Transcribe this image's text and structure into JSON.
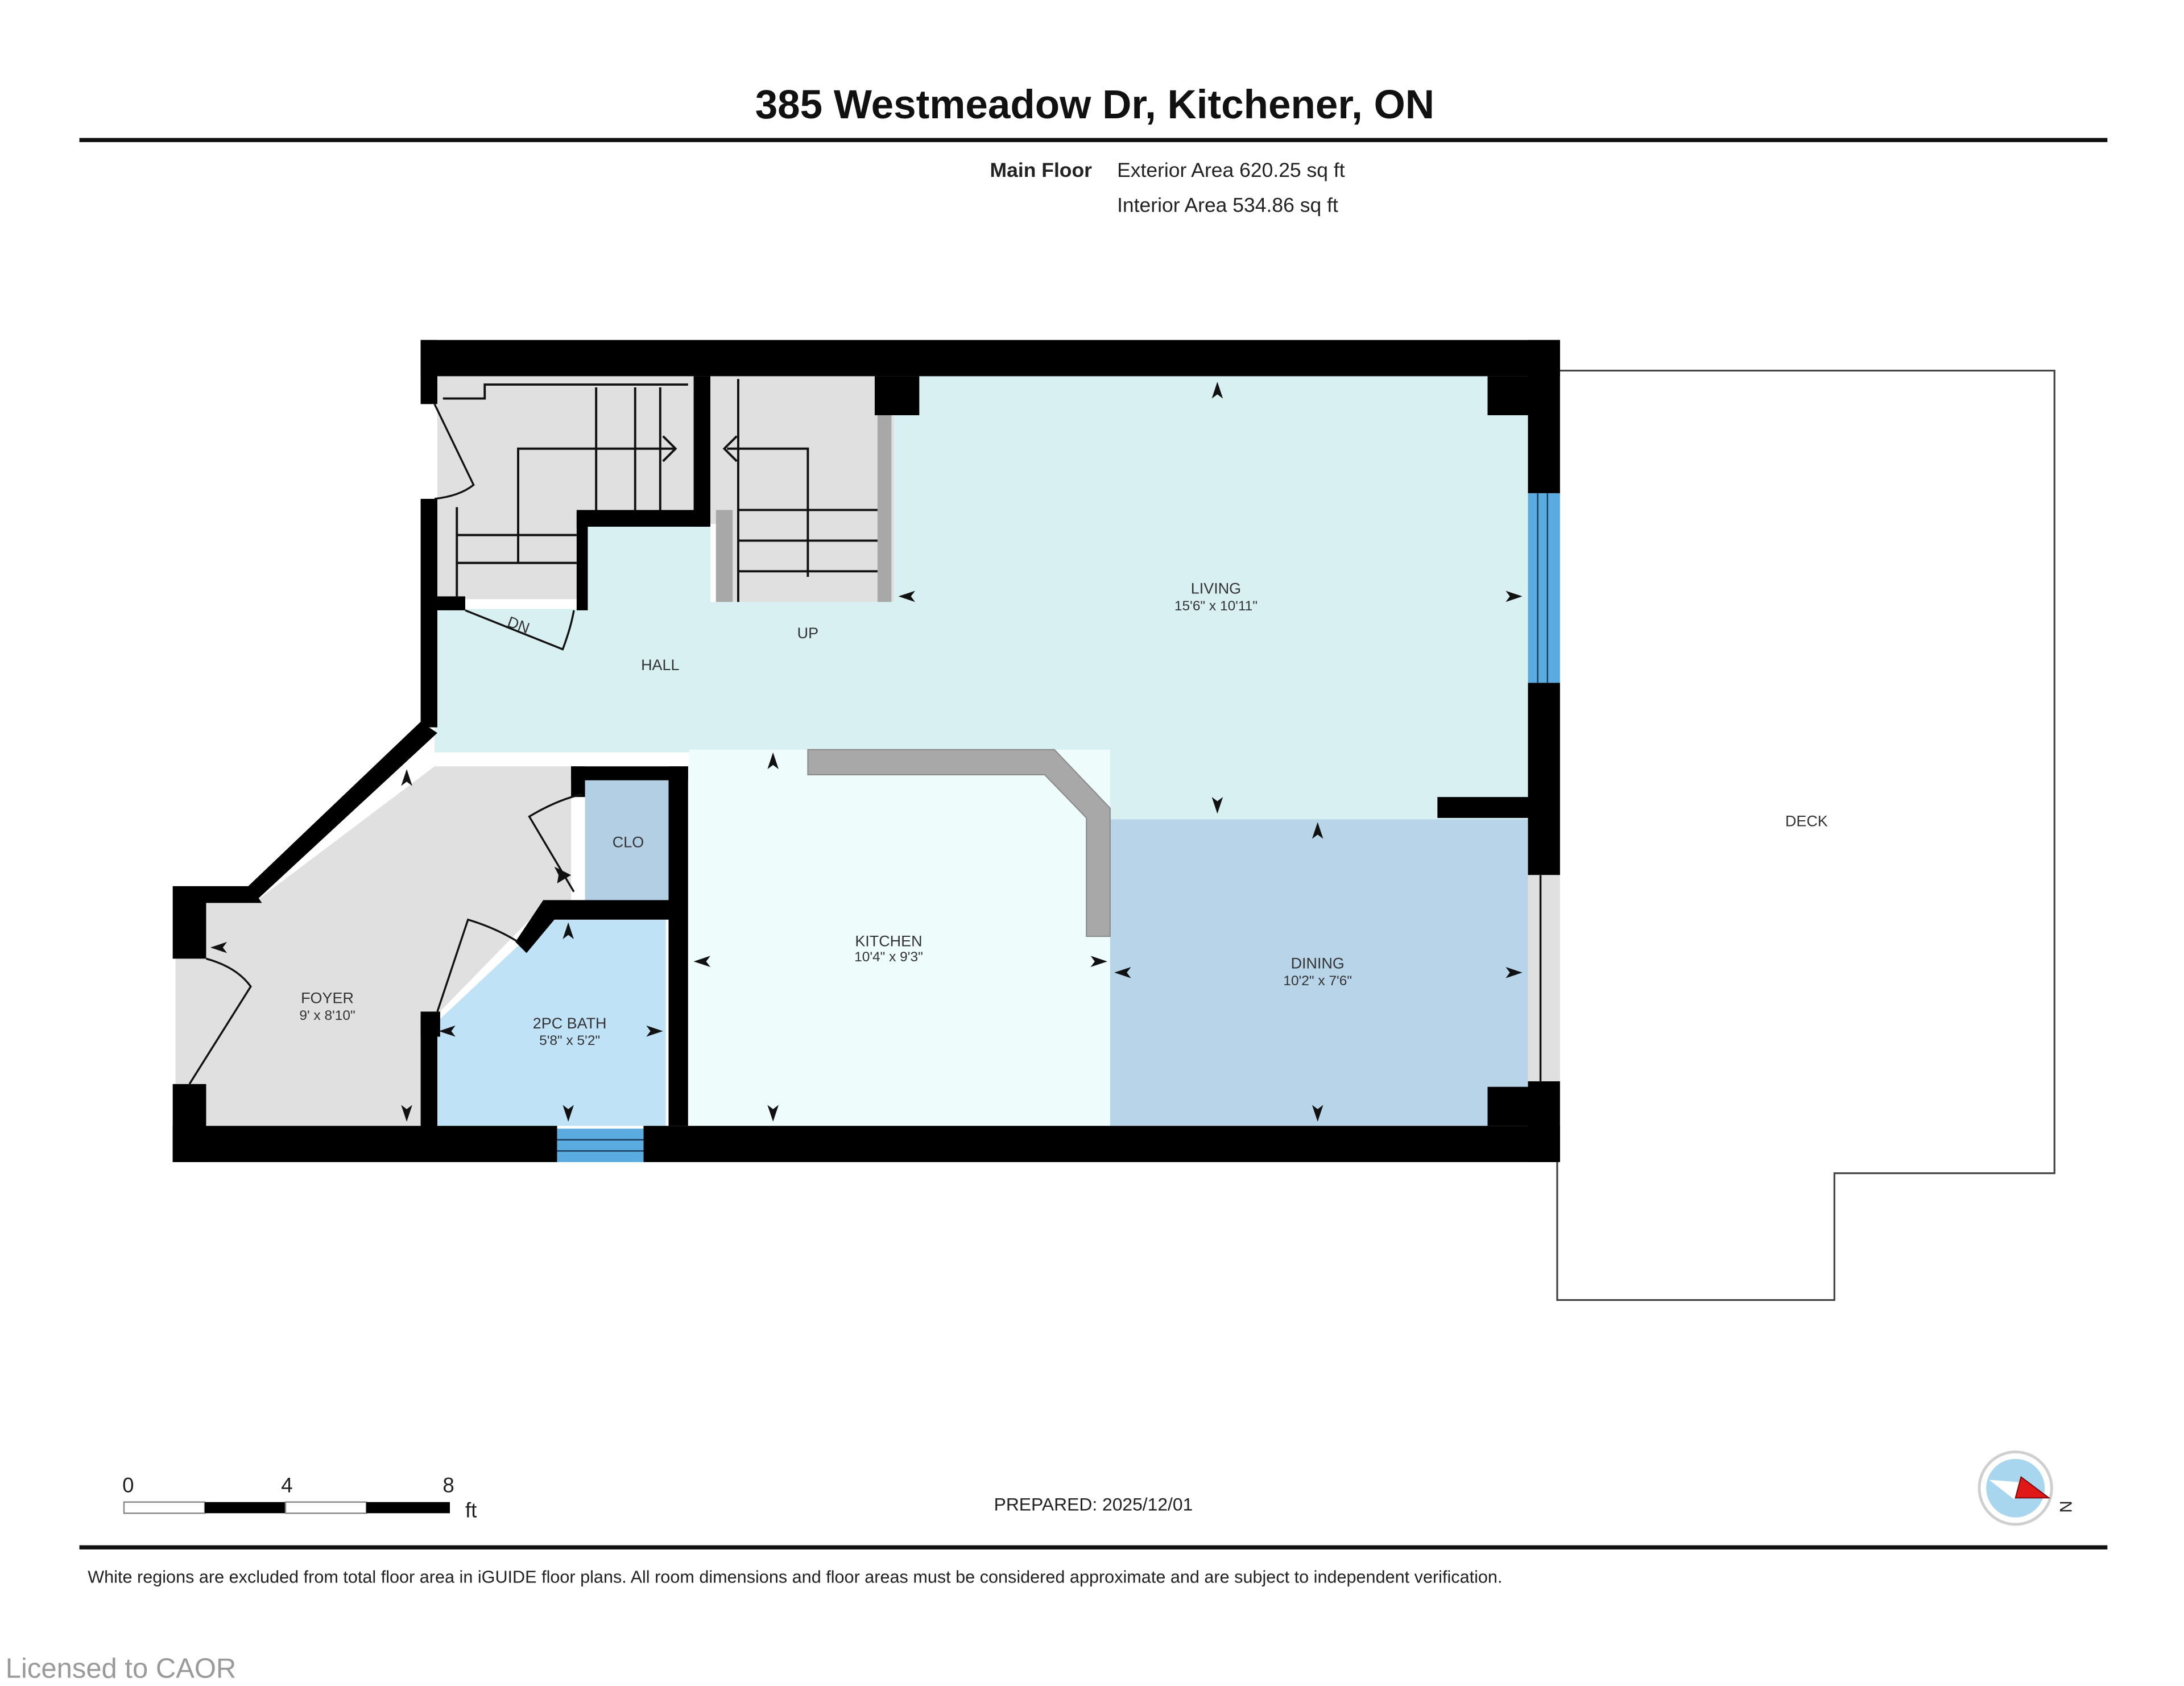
{
  "header": {
    "title": "385 Westmeadow Dr, Kitchener, ON",
    "floor_label": "Main Floor",
    "exterior_area": "Exterior Area 620.25 sq ft",
    "interior_area": "Interior Area 534.86 sq ft"
  },
  "rooms": {
    "living": {
      "name": "LIVING",
      "dims": "15'6\" x 10'11\""
    },
    "hall": {
      "name": "HALL"
    },
    "kitchen": {
      "name": "KITCHEN",
      "dims": "10'4\" x 9'3\""
    },
    "dining": {
      "name": "DINING",
      "dims": "10'2\" x 7'6\""
    },
    "foyer": {
      "name": "FOYER",
      "dims": "9' x 8'10\""
    },
    "bath": {
      "name": "2PC BATH",
      "dims": "5'8\" x 5'2\""
    },
    "closet": {
      "name": "CLO"
    },
    "deck": {
      "name": "DECK"
    }
  },
  "stairs": {
    "down_label": "DN",
    "up_label": "UP"
  },
  "colors": {
    "living_hall": "#d8f0f2",
    "kitchen": "#eefcfb",
    "dining": "#b7d4e8",
    "foyer_stairs": "#e0e0e0",
    "bath": "#bfe2f7",
    "closet": "#b3cfe3",
    "window": "#5aace0",
    "counter": "#a8a8a8",
    "compass_red": "#e01818",
    "compass_blue": "#a9d6ef"
  },
  "scale_bar": {
    "ticks": [
      "0",
      "4",
      "8"
    ],
    "unit": "ft"
  },
  "footer": {
    "prepared": "PREPARED: 2025/12/01",
    "disclaimer": "White regions are excluded from total floor area in iGUIDE floor plans. All room dimensions and floor areas must be considered approximate and are subject to independent verification.",
    "license": "Licensed to CAOR"
  },
  "compass": {
    "north_label": "N",
    "icon": "north-arrow-compass-icon"
  }
}
